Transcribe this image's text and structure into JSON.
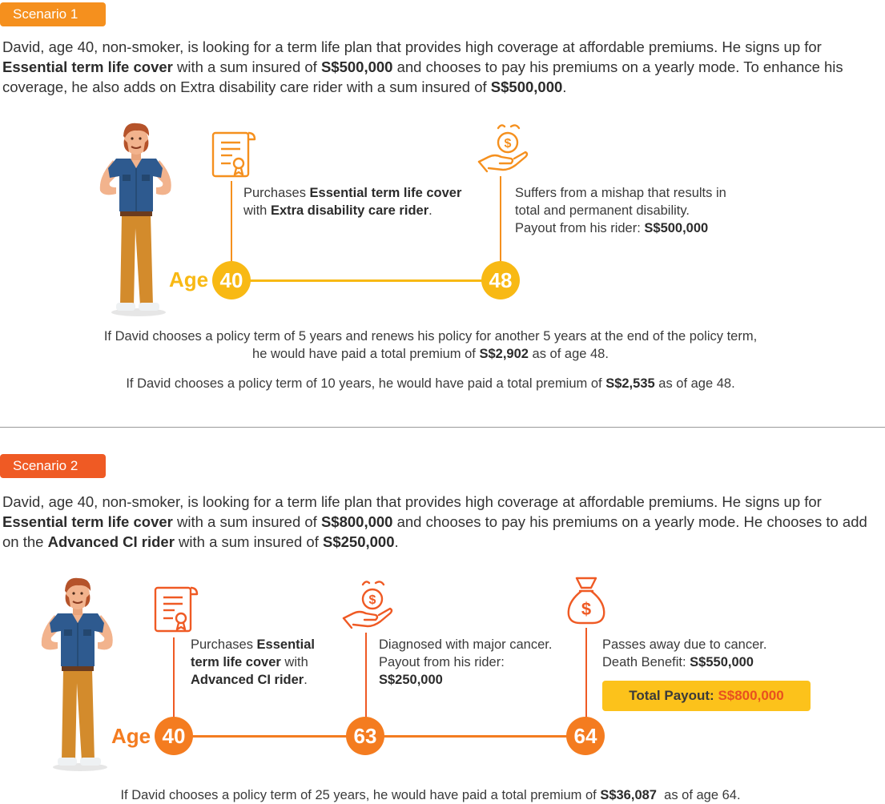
{
  "scenario1": {
    "badge": "Scenario 1",
    "intro": {
      "p1": "David, age 40, non-smoker, is looking for a term life plan that provides high coverage at affordable premiums. He signs up for ",
      "plan": "Essential term life cover",
      "p2": " with a sum insured of ",
      "sum": "S$500,000",
      "p3": " and chooses to pay his premiums on a yearly mode. To enhance his coverage, he also adds on Extra disability care rider with a sum insured of ",
      "rider_sum": "S$500,000",
      "p4": "."
    },
    "age_label": "Age",
    "ages": [
      "40",
      "48"
    ],
    "event1": {
      "t1": "Purchases ",
      "b1": "Essential term life cover",
      "t2": "with ",
      "b2": "Extra disability care rider",
      "t3": "."
    },
    "event2": {
      "line1": "Suffers from a mishap that results in",
      "line2": "total and permanent disability.",
      "line3": "Payout from his rider: ",
      "amount": "S$500,000"
    },
    "note1": {
      "line1": "If David chooses a policy term of 5 years and renews his policy for another 5 years at the end of the policy term,",
      "line2a": "he would have paid a total premium of ",
      "amount": "S$2,902",
      "line2b": " as of age 48."
    },
    "note2": {
      "a": "If David chooses a policy term of 10 years, he would have paid a total premium of ",
      "amount": "S$2,535",
      "b": " as of age 48."
    },
    "icons": [
      "person-illustration",
      "certificate-icon",
      "money-hand-icon"
    ]
  },
  "scenario2": {
    "badge": "Scenario 2",
    "intro": {
      "p1": "David, age 40, non-smoker, is looking for a term life plan that provides high coverage at affordable premiums. He signs up for ",
      "plan": "Essential term life cover",
      "p2": " with a sum insured of ",
      "sum": "S$800,000",
      "p3": " and chooses to pay his premiums on a yearly mode. He chooses to add on the ",
      "rider": "Advanced CI rider",
      "p4": " with a sum insured of ",
      "rider_sum": "S$250,000",
      "p5": "."
    },
    "age_label": "Age",
    "ages": [
      "40",
      "63",
      "64"
    ],
    "event1": {
      "t1": "Purchases ",
      "b1": "Essential",
      "b2": "term life cover",
      "t2": " with",
      "b3": "Advanced CI rider",
      "t3": "."
    },
    "event2": {
      "line1": "Diagnosed with major cancer.",
      "line2": "Payout from his rider:",
      "amount": "S$250,000"
    },
    "event3": {
      "line1": "Passes away due to cancer.",
      "line2": "Death Benefit: ",
      "amount": "S$550,000"
    },
    "total": {
      "label": "Total Payout: ",
      "amount": "S$800,000"
    },
    "note": {
      "a": "If David chooses a policy term of 25 years, he would have paid a total premium of ",
      "amount": "S$36,087",
      "b": "  as of age 64."
    },
    "icons": [
      "person-illustration",
      "certificate-icon",
      "money-hand-icon",
      "money-bag-icon"
    ]
  },
  "colors": {
    "yellow": "#f8b914",
    "orange": "#f47c20",
    "badge1": "#f5901e",
    "badge2": "#ef5a24",
    "red_text": "#e8501f"
  }
}
